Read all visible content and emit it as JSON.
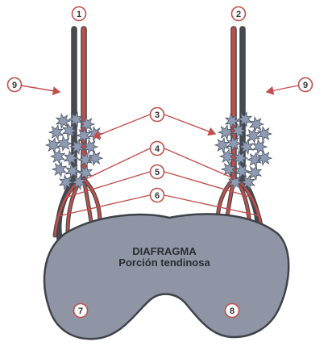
{
  "title": "DIAFRAGMA",
  "subtitle": "Porción tendinosa",
  "callouts": {
    "c1": "1",
    "c2": "2",
    "c3": "3",
    "c4": "4",
    "c5": "5",
    "c6": "6",
    "c7": "7",
    "c8": "8",
    "c9_left": "9",
    "c9_right": "9"
  },
  "colors": {
    "phrenic_nerve_red": "#b8514d",
    "nerve_dark": "#474a50",
    "diaphragm_fill": "#8f95a5",
    "diaphragm_stroke": "#3f4248",
    "ganglion_blue": "#8e9bb2",
    "callout_stroke": "#c0504d"
  },
  "icons": {
    "ganglion_left": "ganglion-cluster-icon",
    "ganglion_right": "ganglion-cluster-icon"
  }
}
